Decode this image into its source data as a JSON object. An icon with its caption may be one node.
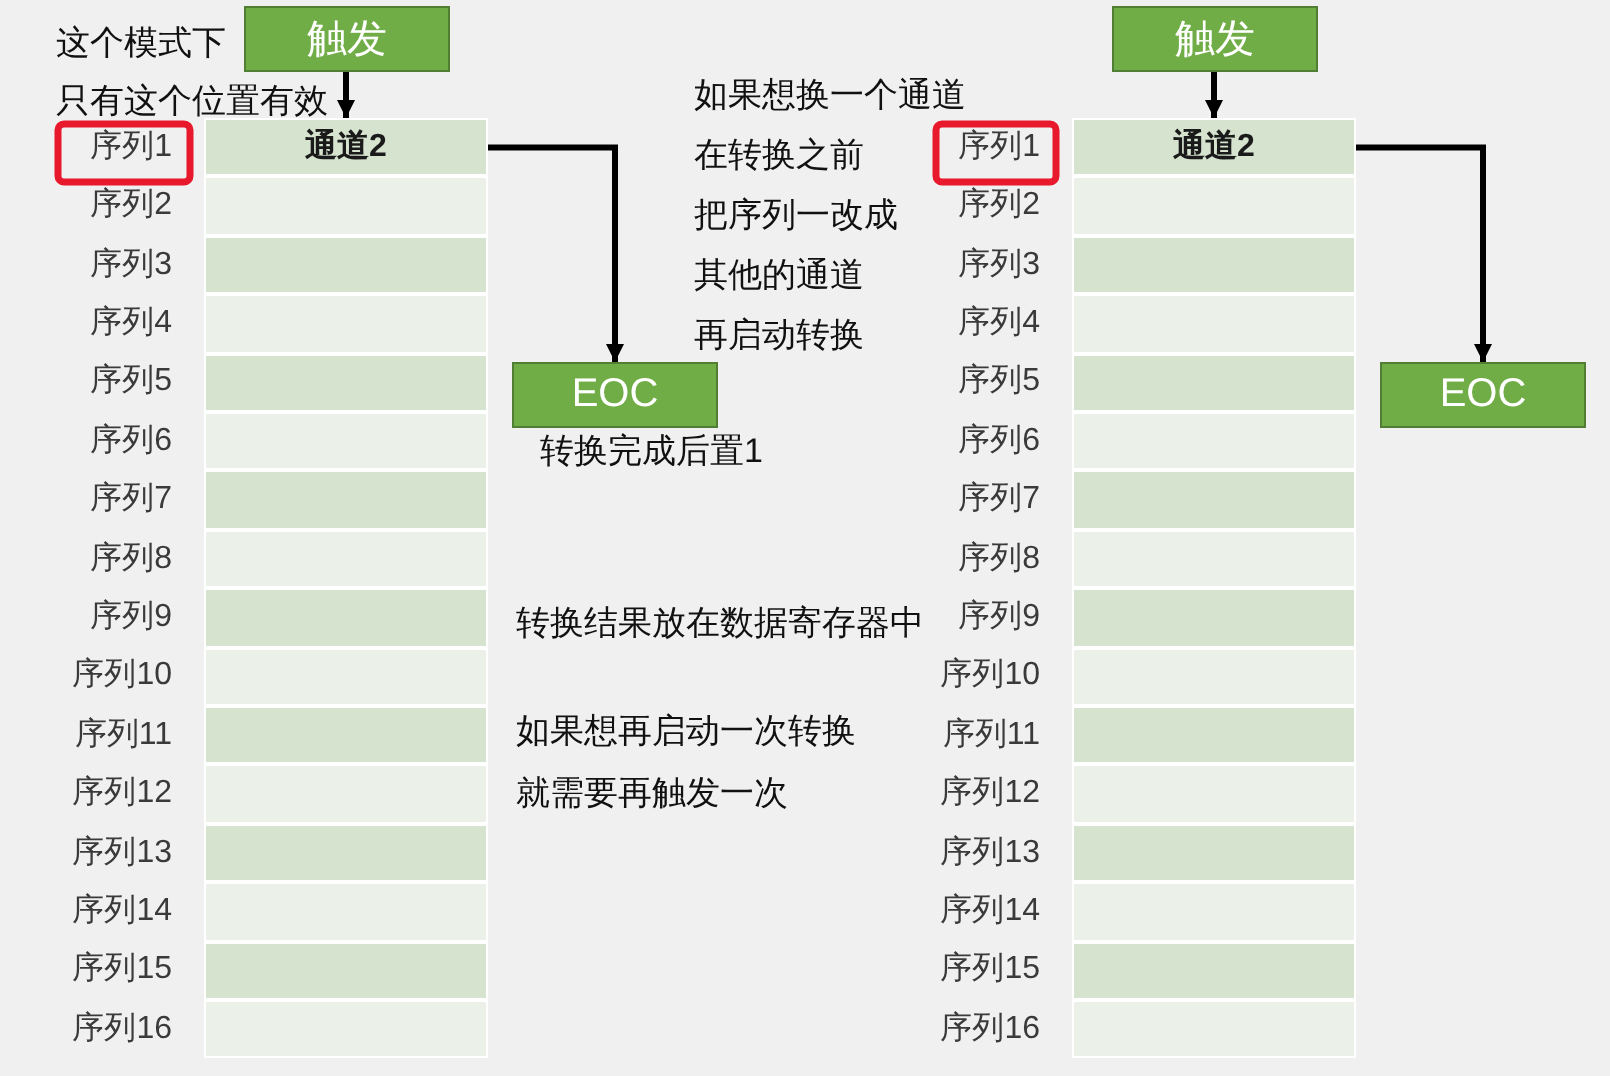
{
  "diagram": {
    "nodes": [
      {
        "text": [
          "触发"
        ]
      },
      {
        "text": [
          "通道2"
        ],
        "beside": [
          "序列1"
        ]
      },
      {
        "text": [],
        "shape": "box",
        "beside": [
          "序列2"
        ]
      },
      {
        "text": [],
        "shape": "box",
        "beside": [
          "序列3"
        ]
      },
      {
        "text": [],
        "shape": "box",
        "beside": [
          "序列4"
        ]
      },
      {
        "text": [],
        "shape": "box",
        "beside": [
          "序列5"
        ]
      },
      {
        "text": [],
        "shape": "box",
        "beside": [
          "序列6"
        ]
      },
      {
        "text": [],
        "shape": "box",
        "beside": [
          "序列7"
        ]
      },
      {
        "text": [],
        "shape": "box",
        "beside": [
          "序列8"
        ]
      },
      {
        "text": [],
        "shape": "box",
        "beside": [
          "序列9"
        ]
      },
      {
        "text": [],
        "shape": "box",
        "beside": [
          "序列10"
        ]
      },
      {
        "text": [],
        "shape": "box",
        "beside": [
          "序列11"
        ]
      },
      {
        "text": [],
        "shape": "box",
        "beside": [
          "序列12"
        ]
      },
      {
        "text": [],
        "shape": "box",
        "beside": [
          "序列13"
        ]
      },
      {
        "text": [],
        "shape": "box",
        "beside": [
          "序列14"
        ]
      },
      {
        "text": [],
        "shape": "box",
        "beside": [
          "序列15"
        ]
      },
      {
        "text": [],
        "shape": "box",
        "beside": [
          "序列16"
        ]
      },
      {
        "text": [
          "EOC"
        ],
        "beside": [
          "转换完成后置1"
        ]
      },
      {
        "text": [
          "触发"
        ]
      },
      {
        "text": [
          "通道2"
        ],
        "beside": [
          "序列1"
        ]
      },
      {
        "text": [],
        "shape": "box",
        "beside": [
          "序列2"
        ]
      },
      {
        "text": [],
        "shape": "box",
        "beside": [
          "序列3"
        ]
      },
      {
        "text": [],
        "shape": "box",
        "beside": [
          "序列4"
        ]
      },
      {
        "text": [],
        "shape": "box",
        "beside": [
          "序列5"
        ]
      },
      {
        "text": [],
        "shape": "box",
        "beside": [
          "序列6"
        ]
      },
      {
        "text": [],
        "shape": "box",
        "beside": [
          "序列7"
        ]
      },
      {
        "text": [],
        "shape": "box",
        "beside": [
          "序列8"
        ]
      },
      {
        "text": [],
        "shape": "box",
        "beside": [
          "序列9"
        ]
      },
      {
        "text": [],
        "shape": "box",
        "beside": [
          "序列10"
        ]
      },
      {
        "text": [],
        "shape": "box",
        "beside": [
          "序列11"
        ]
      },
      {
        "text": [],
        "shape": "box",
        "beside": [
          "序列12"
        ]
      },
      {
        "text": [],
        "shape": "box",
        "beside": [
          "序列13"
        ]
      },
      {
        "text": [],
        "shape": "box",
        "beside": [
          "序列14"
        ]
      },
      {
        "text": [],
        "shape": "box",
        "beside": [
          "序列15"
        ]
      },
      {
        "text": [],
        "shape": "box",
        "beside": [
          "序列16"
        ]
      },
      {
        "text": [
          "EOC"
        ]
      }
    ],
    "edges": [
      {
        "from": 0,
        "to": 1,
        "arrow": "to"
      },
      {
        "from": 1,
        "to": 17,
        "arrow": "to"
      },
      {
        "from": 18,
        "to": 19,
        "arrow": "to"
      },
      {
        "from": 19,
        "to": 35,
        "arrow": "to"
      }
    ],
    "labels": [
      "这个模式下",
      "只有这个位置有效",
      "如果想换一个通道",
      "在转换之前",
      "把序列一改成",
      "其他的通道",
      "再启动转换",
      "转换结果放在数据寄存器中",
      "如果想再启动一次转换",
      "就需要再触发一次"
    ]
  }
}
